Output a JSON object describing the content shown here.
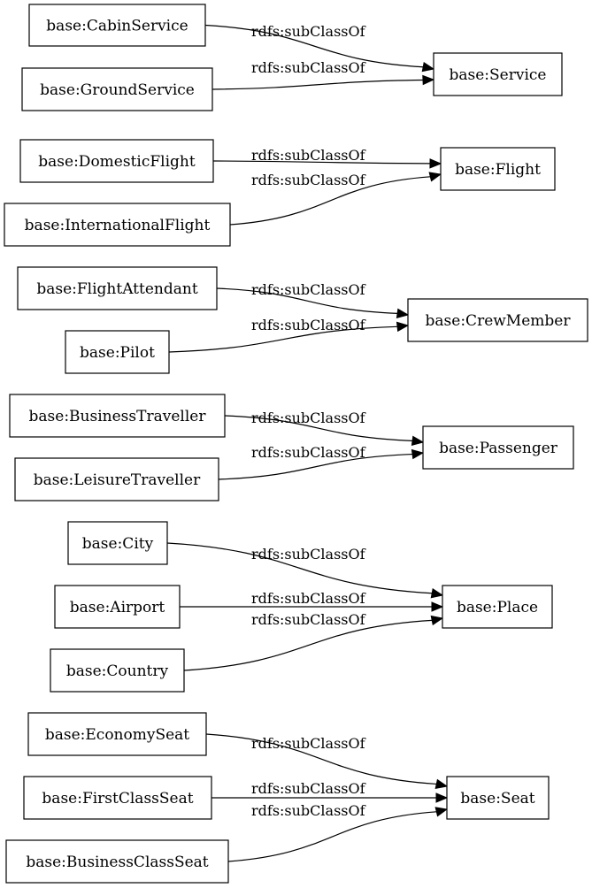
{
  "nodes": {
    "cabin_service": "base:CabinService",
    "ground_service": "base:GroundService",
    "service": "base:Service",
    "domestic_flight": "base:DomesticFlight",
    "international_flight": "base:InternationalFlight",
    "flight": "base:Flight",
    "flight_attendant": "base:FlightAttendant",
    "pilot": "base:Pilot",
    "crew_member": "base:CrewMember",
    "business_traveller": "base:BusinessTraveller",
    "leisure_traveller": "base:LeisureTraveller",
    "passenger": "base:Passenger",
    "city": "base:City",
    "airport": "base:Airport",
    "country": "base:Country",
    "place": "base:Place",
    "economy_seat": "base:EconomySeat",
    "first_class_seat": "base:FirstClassSeat",
    "business_class_seat": "base:BusinessClassSeat",
    "seat": "base:Seat"
  },
  "edges": [
    {
      "from": "cabin_service",
      "to": "service",
      "label": "rdfs:subClassOf"
    },
    {
      "from": "ground_service",
      "to": "service",
      "label": "rdfs:subClassOf"
    },
    {
      "from": "domestic_flight",
      "to": "flight",
      "label": "rdfs:subClassOf"
    },
    {
      "from": "international_flight",
      "to": "flight",
      "label": "rdfs:subClassOf"
    },
    {
      "from": "flight_attendant",
      "to": "crew_member",
      "label": "rdfs:subClassOf"
    },
    {
      "from": "pilot",
      "to": "crew_member",
      "label": "rdfs:subClassOf"
    },
    {
      "from": "business_traveller",
      "to": "passenger",
      "label": "rdfs:subClassOf"
    },
    {
      "from": "leisure_traveller",
      "to": "passenger",
      "label": "rdfs:subClassOf"
    },
    {
      "from": "city",
      "to": "place",
      "label": "rdfs:subClassOf"
    },
    {
      "from": "airport",
      "to": "place",
      "label": "rdfs:subClassOf"
    },
    {
      "from": "country",
      "to": "place",
      "label": "rdfs:subClassOf"
    },
    {
      "from": "economy_seat",
      "to": "seat",
      "label": "rdfs:subClassOf"
    },
    {
      "from": "first_class_seat",
      "to": "seat",
      "label": "rdfs:subClassOf"
    },
    {
      "from": "business_class_seat",
      "to": "seat",
      "label": "rdfs:subClassOf"
    }
  ]
}
